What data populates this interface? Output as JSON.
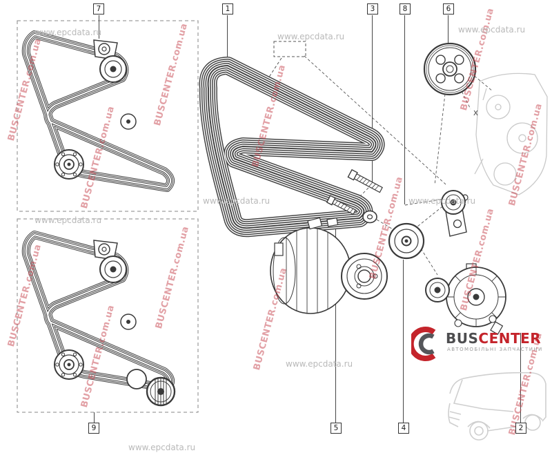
{
  "callouts": [
    {
      "label": "7"
    },
    {
      "label": "1"
    },
    {
      "label": "3"
    },
    {
      "label": "8"
    },
    {
      "label": "6"
    },
    {
      "label": "9"
    },
    {
      "label": "5"
    },
    {
      "label": "4"
    },
    {
      "label": "2"
    }
  ],
  "annotations": {
    "x_label": "X"
  },
  "watermarks": {
    "red": "BUSCENTER.com.ua",
    "gray": "www.epcdata.ru"
  },
  "logo": {
    "brand_primary": "BUS",
    "brand_accent": "CENTER",
    "tagline": "АВТОМОБІЛЬНІ ЗАПЧАСТИНИ"
  },
  "colors": {
    "line": "#3a3a3a",
    "ghost_line": "#c9c9c9",
    "watermark_red": "#c6424c",
    "watermark_gray": "#b9b9b9",
    "logo_red": "#c4242b",
    "logo_gray": "#55565a",
    "callout_border": "#333333"
  }
}
